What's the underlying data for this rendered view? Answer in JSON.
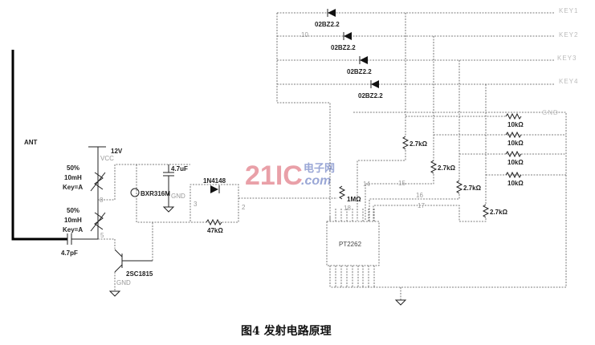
{
  "antenna": {
    "label": "ANT"
  },
  "supply": {
    "voltage": "12V",
    "net": "VCC"
  },
  "inductors": [
    {
      "percent": "50%",
      "value": "10mH",
      "key": "Key=A"
    },
    {
      "percent": "50%",
      "value": "10mH",
      "key": "Key=A"
    }
  ],
  "nodes": {
    "n8": "8",
    "n5": "5",
    "n3": "3",
    "n2": "2",
    "n14": "14",
    "n15": "15",
    "n16": "16",
    "n17": "17",
    "n10": "10",
    "n18": "18"
  },
  "capacitor_ant": "4.7pF",
  "transistor": "2SC1815",
  "crystal": "BXR316M",
  "capacitor_osc": "4.7uF",
  "gnd": "GND",
  "diode": "1N4148",
  "resistor_fb": "47kΩ",
  "zener_diodes": [
    "02BZ2.2",
    "02BZ2.2",
    "02BZ2.2",
    "02BZ2.2"
  ],
  "keys": [
    "KEY1",
    "KEY2",
    "KEY3",
    "KEY4"
  ],
  "pullups": [
    "10kΩ",
    "10kΩ",
    "10kΩ",
    "10kΩ"
  ],
  "dividers": [
    "2.7kΩ",
    "2.7kΩ",
    "2.7kΩ",
    "2.7kΩ"
  ],
  "osc_resistor": "1MΩ",
  "ic": "PT2262",
  "watermark": {
    "main": "21IC",
    "cn": "电子网",
    "dom": ".com"
  },
  "caption": "图4  发射电路原理"
}
